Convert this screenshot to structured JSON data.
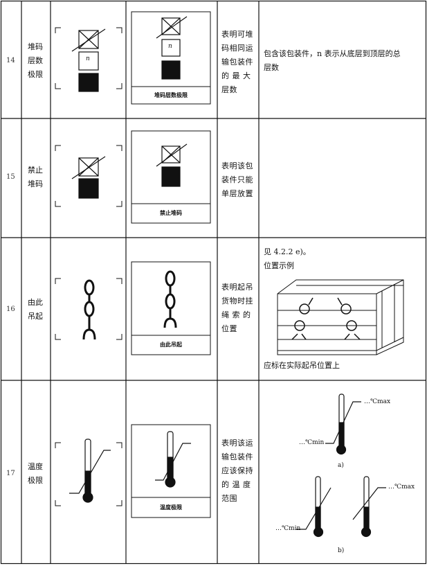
{
  "rows": [
    {
      "no": "14",
      "name": "堆码层数极限",
      "name_lines": [
        "堆码",
        "层数",
        "极限"
      ],
      "sign_inner": "n",
      "label_caption": "堆码层数极限",
      "description_lines": [
        "表明可堆",
        "码相同运",
        "输包装件",
        "的 最 大",
        "层数"
      ],
      "remark_lines": [
        "包含该包装件，n 表示从底层到顶层的总",
        "层数"
      ]
    },
    {
      "no": "15",
      "name_lines": [
        "禁止",
        "堆码"
      ],
      "label_caption": "禁止堆码",
      "description_lines": [
        "表明该包",
        "装件只能",
        "单层放置"
      ],
      "remark_lines": []
    },
    {
      "no": "16",
      "name_lines": [
        "由此",
        "吊起"
      ],
      "label_caption": "由此吊起",
      "description_lines": [
        "表明起吊",
        "货物时挂",
        "绳 索 的",
        "位置"
      ],
      "remark_lines": [
        "见 4.2.2 e)。",
        "位置示例"
      ],
      "remark_footer": "应标在实际起吊位置上"
    },
    {
      "no": "17",
      "name_lines": [
        "温度",
        "极限"
      ],
      "label_caption": "温度极限",
      "description_lines": [
        "表明该运",
        "输包装件",
        "应该保持",
        "的 温 度",
        "范围"
      ],
      "remark_temp_max": "…℃max",
      "remark_temp_min": "…℃min",
      "remark_sub_a": "a)",
      "remark_sub_b": "b)"
    }
  ]
}
